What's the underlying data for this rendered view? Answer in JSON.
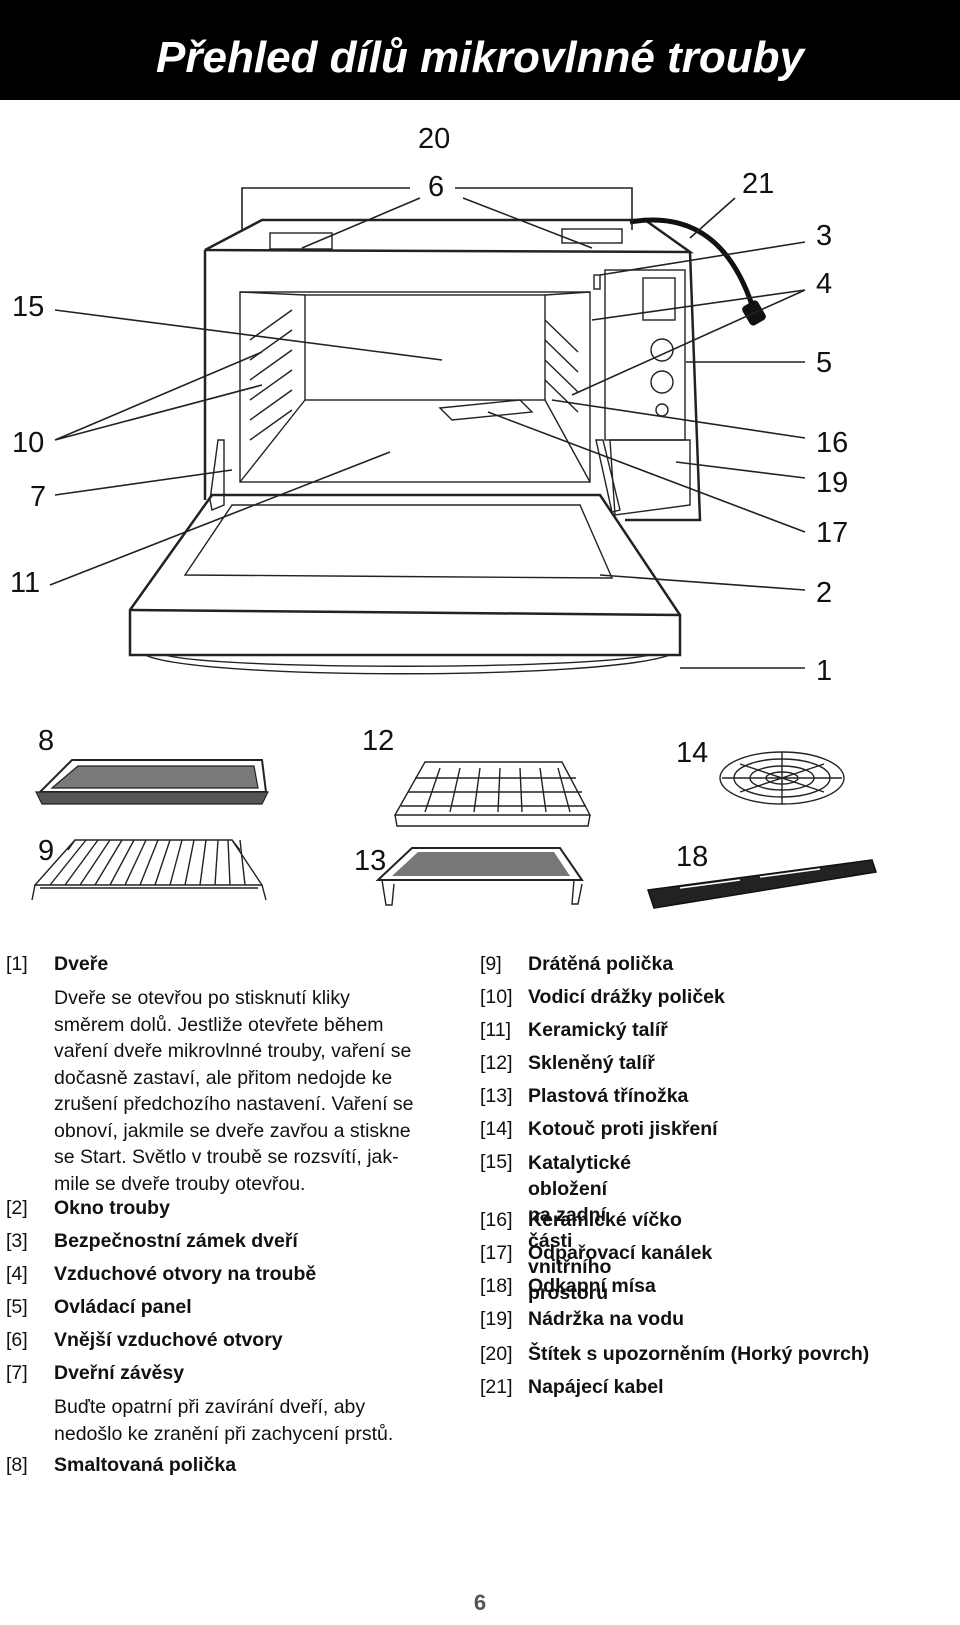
{
  "page_title": "Přehled dílů mikrovlnné trouby",
  "callouts": {
    "c1": "1",
    "c2": "2",
    "c3": "3",
    "c4": "4",
    "c5": "5",
    "c6": "6",
    "c7": "7",
    "c8": "8",
    "c9": "9",
    "c10": "10",
    "c11": "11",
    "c12": "12",
    "c13": "13",
    "c14": "14",
    "c15": "15",
    "c16": "16",
    "c17": "17",
    "c18": "18",
    "c19": "19",
    "c20": "20",
    "c21": "21"
  },
  "legend_left": [
    {
      "num": "[1]",
      "label": "Dveře",
      "desc": "Dveře se otevřou po stisknutí kliky\nsměrem dolů. Jestliže otevřete během\nvaření dveře mikrovlnné trouby, vaření se\ndočasně zastaví, ale přitom nedojde ke\nzrušení předchozího nastavení. Vaření se\nobnoví, jakmile se dveře zavřou a stiskne\nse Start. Světlo v troubě se rozsvítí, jak-\nmile se dveře trouby otevřou."
    },
    {
      "num": "[2]",
      "label": "Okno trouby"
    },
    {
      "num": "[3]",
      "label": "Bezpečnostní zámek dveří"
    },
    {
      "num": "[4]",
      "label": "Vzduchové otvory na troubě"
    },
    {
      "num": "[5]",
      "label": "Ovládací panel"
    },
    {
      "num": "[6]",
      "label": "Vnější vzduchové otvory"
    },
    {
      "num": "[7]",
      "label": "Dveřní závěsy",
      "desc": "Buďte opatrní při zavírání dveří, aby\nnedošlo ke zranění při zachycení prstů."
    },
    {
      "num": "[8]",
      "label": "Smaltovaná polička"
    }
  ],
  "legend_right": [
    {
      "num": "[9]",
      "label": "Drátěná polička"
    },
    {
      "num": "[10]",
      "label": "Vodicí drážky poliček"
    },
    {
      "num": "[11]",
      "label": "Keramický talíř"
    },
    {
      "num": "[12]",
      "label": "Skleněný talíř"
    },
    {
      "num": "[13]",
      "label": "Plastová třínožka"
    },
    {
      "num": "[14]",
      "label": "Kotouč proti jiskření"
    },
    {
      "num": "[15]",
      "label": "Katalytické obložení na zadní části\nvnitřního prostoru"
    },
    {
      "num": "[16]",
      "label": "Keramické víčko"
    },
    {
      "num": "[17]",
      "label": "Odpařovací kanálek"
    },
    {
      "num": "[18]",
      "label": "Odkapní mísa"
    },
    {
      "num": "[19]",
      "label": "Nádržka na vodu"
    },
    {
      "num": "[20]",
      "label": "Štítek s upozorněním (Horký povrch)"
    },
    {
      "num": "[21]",
      "label": "Napájecí kabel"
    }
  ],
  "page_number": "6"
}
